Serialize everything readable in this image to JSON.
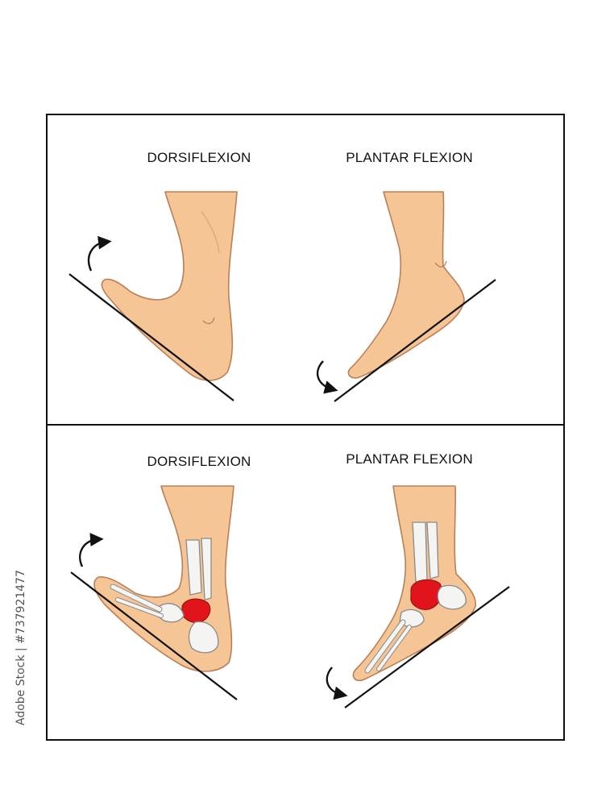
{
  "panels": [
    {
      "left_label": "DORSIFLEXION",
      "right_label": "PLANTAR FLEXION"
    },
    {
      "left_label": "DORSIFLEXION",
      "right_label": "PLANTAR FLEXION"
    }
  ],
  "stock_id": "Adobe Stock | #737921477",
  "colors": {
    "skin": "#f5c596",
    "skin_outline": "#b98058",
    "bone": "#f4f4f2",
    "bone_outline": "#8a8a8a",
    "highlight": "#e1141b",
    "line": "#111111"
  }
}
